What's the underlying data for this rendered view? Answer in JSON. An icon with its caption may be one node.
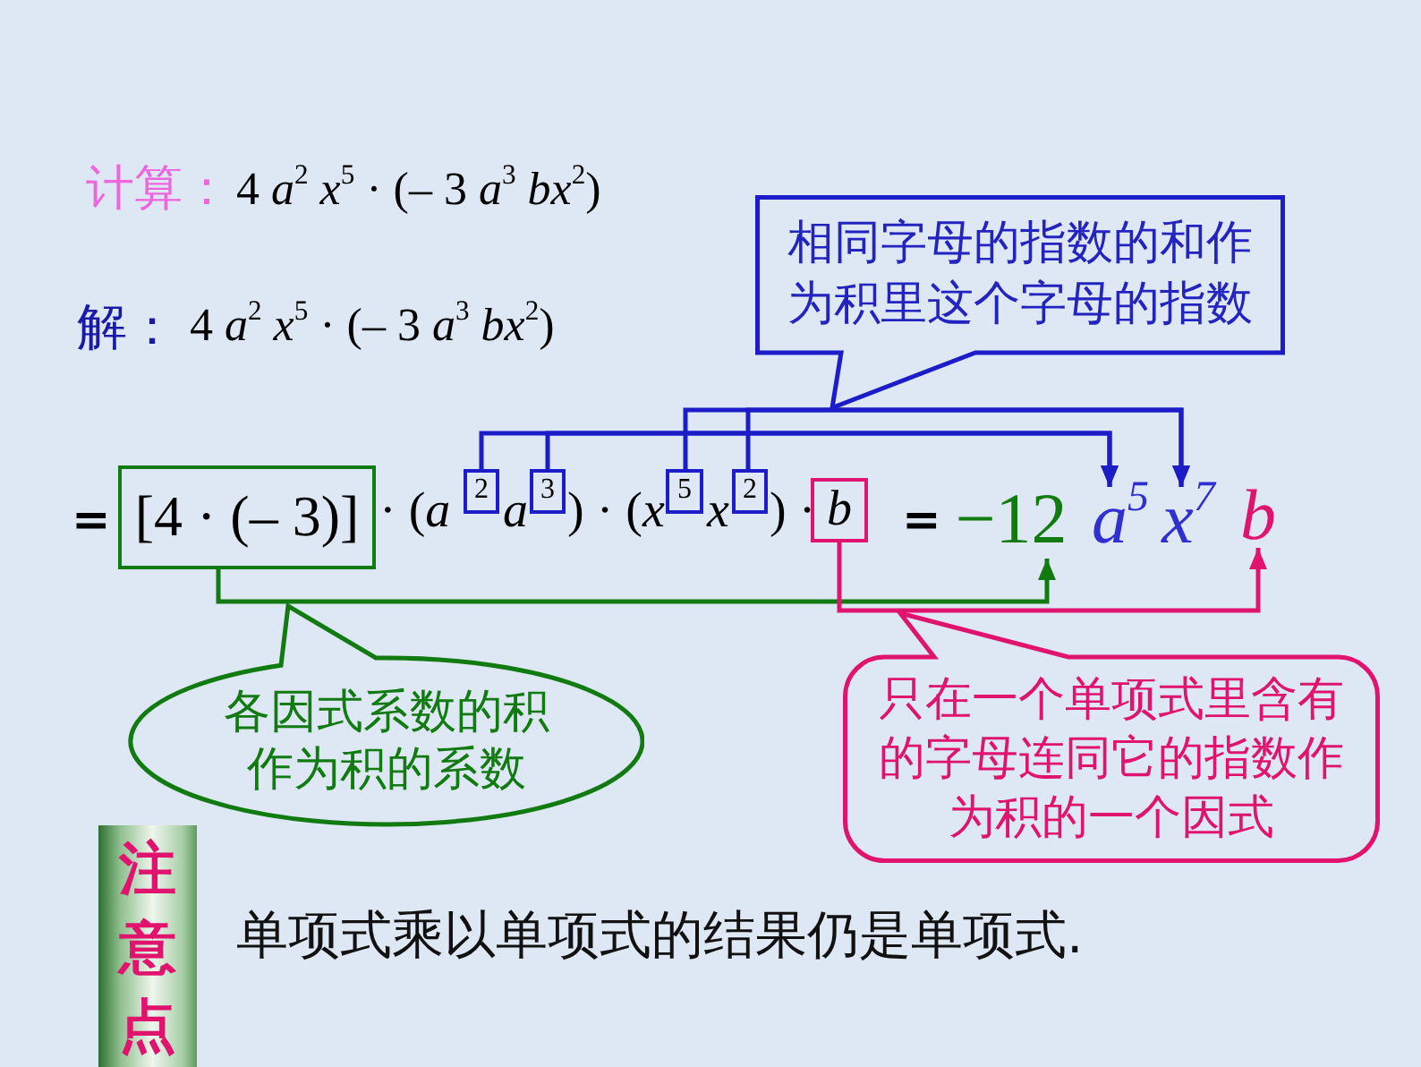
{
  "diagram": {
    "nodes": [
      {
        "text": [
          "相同字母的指数的和作为积里这个字母的指数"
        ]
      },
      {
        "text": [
          "[4 · (– 3)]"
        ]
      },
      {
        "text": [
          "2"
        ]
      },
      {
        "text": [
          "3"
        ]
      },
      {
        "text": [
          "5"
        ]
      },
      {
        "text": [
          "2"
        ]
      },
      {
        "text": [
          "b"
        ]
      },
      {
        "text": [
          "−12"
        ]
      },
      {
        "text": [
          "a$^{5}$"
        ]
      },
      {
        "text": [
          "x$^{7}$"
        ]
      },
      {
        "text": [
          "b"
        ]
      },
      {
        "text": [
          "各因式系数的积作为积的系数"
        ]
      },
      {
        "text": [
          "只在一个单项式里含有的字母连同它的指数作为积的一个因式"
        ]
      },
      {
        "text": [
          "注意点"
        ]
      }
    ],
    "edges": [
      {
        "from": 2,
        "to": 8,
        "arrow": "to"
      },
      {
        "from": 3,
        "to": 8,
        "arrow": "to"
      },
      {
        "from": 4,
        "to": 9,
        "arrow": "to"
      },
      {
        "from": 5,
        "to": 9,
        "arrow": "to"
      },
      {
        "from": 1,
        "to": 7,
        "arrow": "to",
        "color": "#117a11"
      },
      {
        "from": 6,
        "to": 10,
        "arrow": "to",
        "color": "#e0146e"
      }
    ],
    "labels": [
      "计算：",
      "4 *a*$^{2}$ *x*$^{5}$ · (– 3 *a*$^{3}$ *bx*$^{2}$)",
      "解：",
      "4 *a*$^{2}$ *x*$^{5}$ · (– 3 *a*$^{3}$ *bx*$^{2}$)",
      "=",
      "· (*a*",
      "a",
      ") · (*x*",
      "x",
      ") ·",
      "=",
      "单项式乘以单项式的结果仍是单项式."
    ]
  }
}
